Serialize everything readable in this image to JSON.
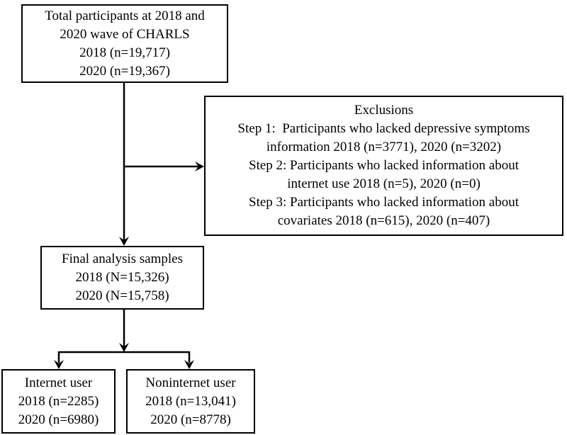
{
  "diagram": {
    "type": "participant-flowchart",
    "background_color": "#ffffff",
    "line_color": "#000000",
    "text_color": "#000000",
    "boxes": {
      "total": {
        "lines": [
          "Total participants at 2018 and",
          "2020 wave of CHARLS",
          "2018 (n=19,717)",
          "2020 (n=19,367)"
        ]
      },
      "exclusions": {
        "lines": [
          "Exclusions",
          "Step 1:  Participants who lacked depressive symptoms",
          "information 2018 (n=3771), 2020 (n=3202)",
          "Step 2: Participants who lacked information about",
          "internet use 2018 (n=5), 2020 (n=0)",
          "Step 3: Participants who lacked information about",
          "covariates 2018 (n=615), 2020 (n=407)"
        ]
      },
      "final": {
        "lines": [
          "Final analysis samples",
          "2018 (N=15,326)",
          "2020 (N=15,758)"
        ]
      },
      "internet": {
        "lines": [
          "Internet user",
          "2018 (n=2285)",
          "2020 (n=6980)"
        ]
      },
      "noninternet": {
        "lines": [
          "Noninternet user",
          "2018 (n=13,041)",
          "2020 (n=8778)"
        ]
      }
    }
  }
}
